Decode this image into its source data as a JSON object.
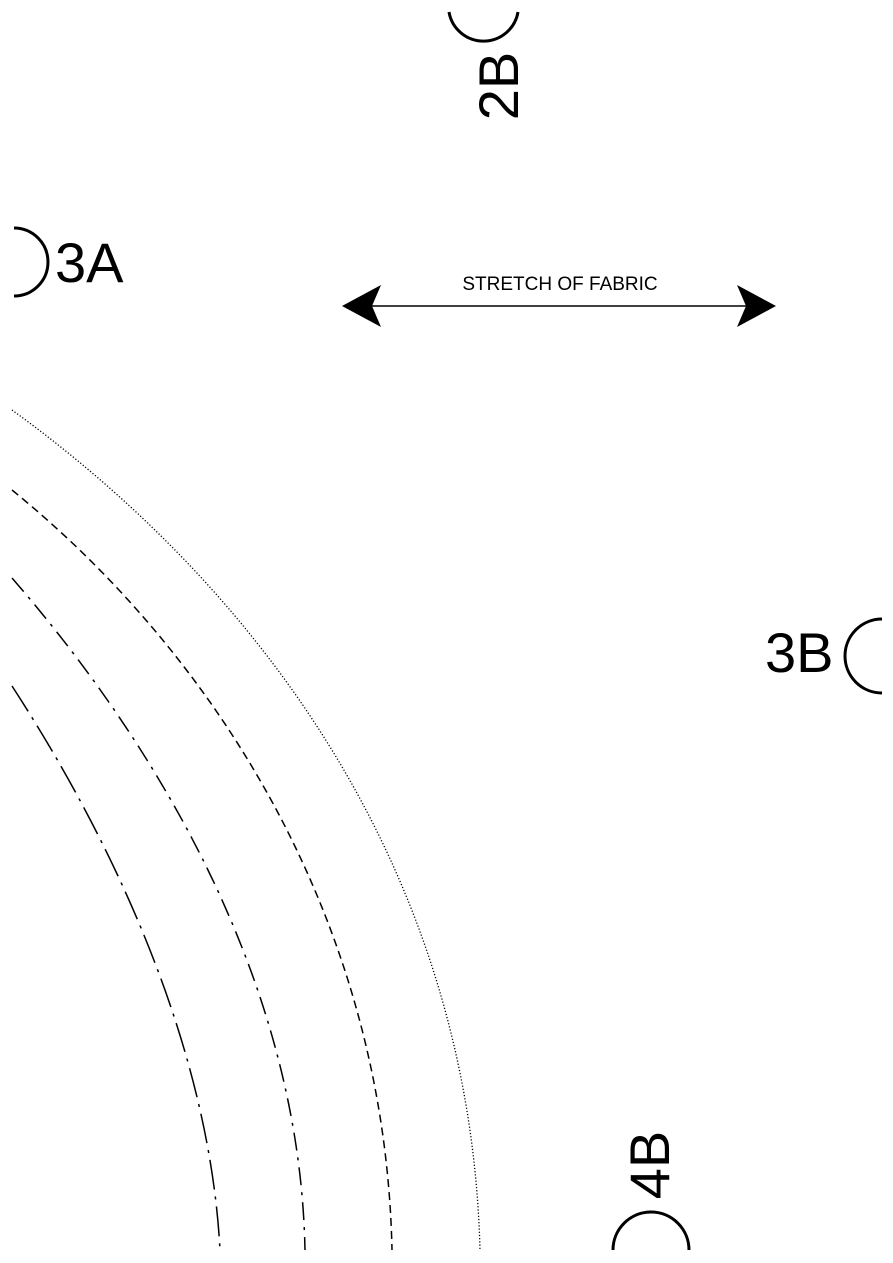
{
  "grainline": {
    "label": "STRETCH OF FABRIC",
    "direction": "horizontal",
    "ends": "arrowheads-both"
  },
  "notches": [
    {
      "id": "2B",
      "label": "2B"
    },
    {
      "id": "3A",
      "label": "3A"
    },
    {
      "id": "3B",
      "label": "3B"
    },
    {
      "id": "4B",
      "label": "4B"
    }
  ],
  "cut_lines": [
    {
      "id": "size-line-1",
      "style": "dotted"
    },
    {
      "id": "size-line-2",
      "style": "dashed"
    },
    {
      "id": "size-line-3",
      "style": "dash-dot"
    },
    {
      "id": "size-line-4",
      "style": "long-dash-dot"
    }
  ],
  "colors": {
    "ink": "#000000",
    "paper": "#ffffff"
  }
}
